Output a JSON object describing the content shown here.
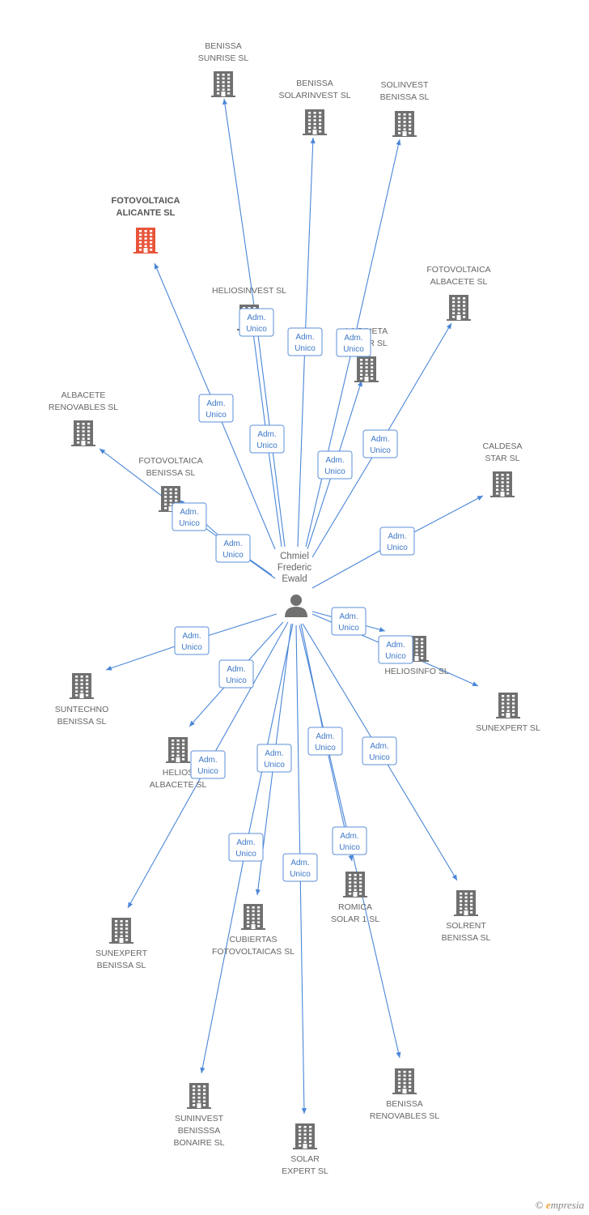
{
  "colors": {
    "edge": "#4a86d8",
    "node": "#707070",
    "highlight": "#e8553a",
    "badge_text": "#3d78c8"
  },
  "center": {
    "name_lines": [
      "Chmiel",
      "Frederic",
      "Ewald"
    ],
    "icon": "person-icon"
  },
  "badge": {
    "line1": "Adm.",
    "line2": "Unico"
  },
  "companies": [
    {
      "id": "benissa-sunrise-sl",
      "lines": [
        "BENISSA",
        "SUNRISE SL"
      ],
      "icon": "building-icon"
    },
    {
      "id": "benissa-solarinvest-sl",
      "lines": [
        "BENISSA",
        "SOLARINVEST SL"
      ],
      "icon": "building-icon"
    },
    {
      "id": "solinvest-benissa-sl",
      "lines": [
        "SOLINVEST",
        "BENISSA SL"
      ],
      "icon": "building-icon"
    },
    {
      "id": "fotovoltaica-alicante-sl",
      "lines": [
        "FOTOVOLTAICA",
        "ALICANTE SL"
      ],
      "icon": "building-icon",
      "highlight": true
    },
    {
      "id": "heliosinvest-sl",
      "lines": [
        "HELIOSINVEST SL"
      ],
      "icon": "building-icon"
    },
    {
      "id": "la-pineta-solar-sl",
      "lines": [
        "LA PINETA",
        "SOLAR SL"
      ],
      "icon": "building-icon"
    },
    {
      "id": "fotovoltaica-albacete-sl",
      "lines": [
        "FOTOVOLTAICA",
        "ALBACETE SL"
      ],
      "icon": "building-icon"
    },
    {
      "id": "albacete-renovables-sl",
      "lines": [
        "ALBACETE",
        "RENOVABLES SL"
      ],
      "icon": "building-icon"
    },
    {
      "id": "fotovoltaica-benissa-sl",
      "lines": [
        "FOTOVOLTAICA",
        "BENISSA SL"
      ],
      "icon": "building-icon"
    },
    {
      "id": "caldesa-star-sl",
      "lines": [
        "CALDESA",
        "STAR  SL"
      ],
      "icon": "building-icon"
    },
    {
      "id": "suntechno-benissa-sl",
      "lines": [
        "SUNTECHNO",
        "BENISSA SL"
      ],
      "icon": "building-icon"
    },
    {
      "id": "heliosinfo-sl",
      "lines": [
        "HELIOSINFO SL"
      ],
      "icon": "building-icon"
    },
    {
      "id": "sunexpert-sl",
      "lines": [
        "SUNEXPERT SL"
      ],
      "icon": "building-icon"
    },
    {
      "id": "helios-albacete-sl",
      "lines": [
        "HELIOS",
        "ALBACETE SL"
      ],
      "icon": "building-icon"
    },
    {
      "id": "sunexpert-benissa-sl",
      "lines": [
        "SUNEXPERT",
        "BENISSA SL"
      ],
      "icon": "building-icon"
    },
    {
      "id": "cubiertas-fotovoltaicas-sl",
      "lines": [
        "CUBIERTAS",
        "FOTOVOLTAICAS SL"
      ],
      "icon": "building-icon"
    },
    {
      "id": "romica-solar-1-sl",
      "lines": [
        "ROMICA",
        "SOLAR 1 SL"
      ],
      "icon": "building-icon"
    },
    {
      "id": "solrent-benissa-sl",
      "lines": [
        "SOLRENT",
        "BENISSA SL"
      ],
      "icon": "building-icon"
    },
    {
      "id": "suninvest-benisssa-bonaire-sl",
      "lines": [
        "SUNINVEST",
        "BENISSSA",
        "BONAIRE SL"
      ],
      "icon": "building-icon"
    },
    {
      "id": "solar-expert-sl",
      "lines": [
        "SOLAR",
        "EXPERT SL"
      ],
      "icon": "building-icon"
    },
    {
      "id": "benissa-renovables-sl",
      "lines": [
        "BENISSA",
        "RENOVABLES SL"
      ],
      "icon": "building-icon"
    }
  ],
  "footer": {
    "copyright": "©",
    "brand_initial": "e",
    "brand_rest": "mpresia"
  }
}
